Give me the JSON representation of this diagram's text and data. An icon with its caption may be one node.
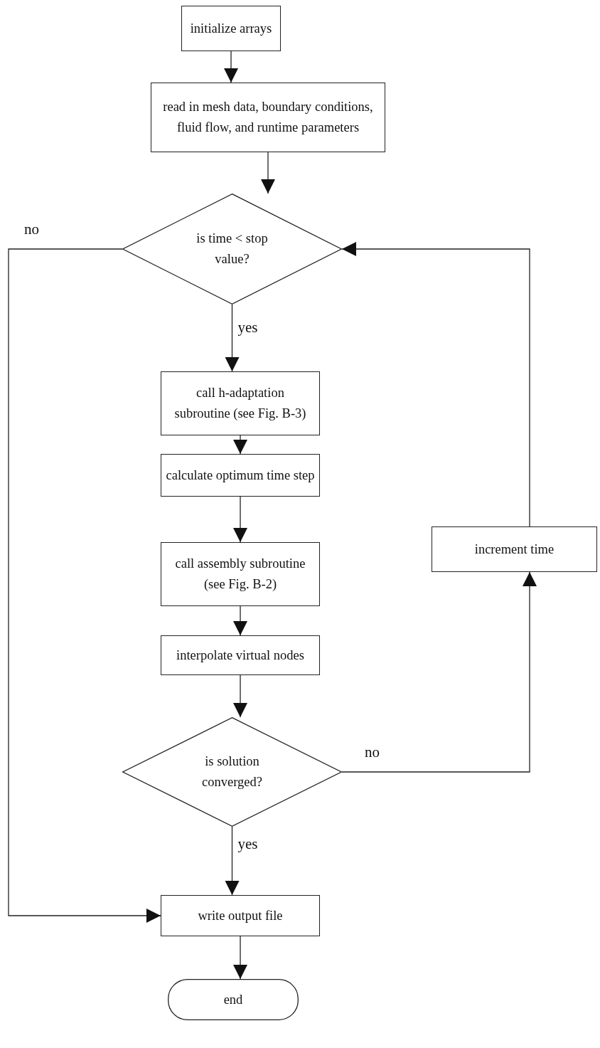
{
  "diagram": {
    "nodes": [
      {
        "text": [
          "initialize arrays"
        ]
      },
      {
        "text": [
          "read in mesh data, boundary conditions, fluid flow, and runtime parameters"
        ]
      },
      {
        "text": [
          "is time < stop value?"
        ]
      },
      {
        "text": [
          "call h-adaptation subroutine (see Fig. B-3)"
        ]
      },
      {
        "text": [
          "calculate optimum time step"
        ]
      },
      {
        "text": [
          "call assembly subroutine (see Fig. B-2)"
        ]
      },
      {
        "text": [
          "interpolate virtual nodes"
        ]
      },
      {
        "text": [
          "is solution converged?"
        ]
      },
      {
        "text": [
          "write output file"
        ]
      },
      {
        "text": [
          "end"
        ]
      },
      {
        "text": [
          "increment time"
        ]
      }
    ],
    "edges": [
      {
        "from": 0,
        "to": 1,
        "arrow": "to"
      },
      {
        "from": 1,
        "to": 2,
        "arrow": "to"
      },
      {
        "from": 2,
        "to": 3,
        "arrow": "to",
        "label": "yes"
      },
      {
        "from": 3,
        "to": 4,
        "arrow": "to"
      },
      {
        "from": 4,
        "to": 5,
        "arrow": "to"
      },
      {
        "from": 5,
        "to": 6,
        "arrow": "to"
      },
      {
        "from": 6,
        "to": 7,
        "arrow": "to"
      },
      {
        "from": 7,
        "to": 8,
        "arrow": "to",
        "label": "yes"
      },
      {
        "from": 8,
        "to": 9,
        "arrow": "to"
      },
      {
        "from": 7,
        "to": 10,
        "arrow": "to",
        "label": "no"
      },
      {
        "from": 10,
        "to": 2,
        "arrow": "to"
      },
      {
        "from": 2,
        "to": 8,
        "arrow": "to",
        "label": "no"
      }
    ]
  }
}
